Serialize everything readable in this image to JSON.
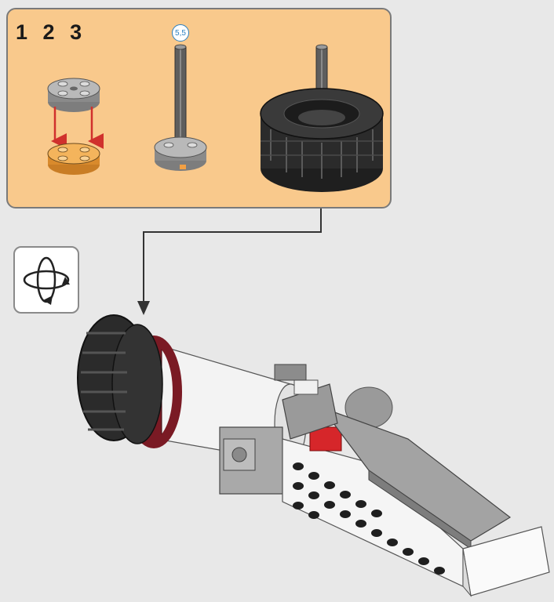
{
  "instruction_page": {
    "sub_steps": [
      "1",
      "2",
      "3"
    ],
    "axle_length_badge": "5,5",
    "rotate_icon": "rotate-model-icon",
    "colors": {
      "callout_background": "#f9c98c",
      "page_background": "#e8e8e8",
      "arrow_red": "#d0312d",
      "dark_red_band": "#7a1a24",
      "tire_black": "#2b2b2b",
      "gray_part": "#a9a9a9",
      "orange_part": "#f2a044",
      "red_part": "#d6262a"
    }
  }
}
